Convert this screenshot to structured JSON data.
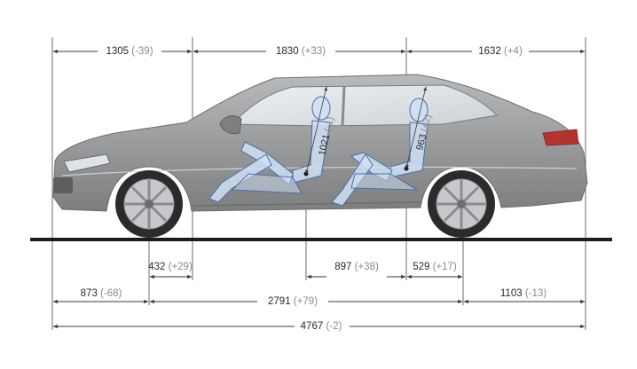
{
  "dimensions": {
    "top_front": {
      "value": "1305",
      "delta": "(-39)"
    },
    "top_middle": {
      "value": "1830",
      "delta": "(+33)"
    },
    "top_rear": {
      "value": "1632",
      "delta": "(+4)"
    },
    "front_seat_height": {
      "value": "1021",
      "delta": "(-1)"
    },
    "rear_seat_height": {
      "value": "963",
      "delta": "(+2)"
    },
    "front_hip": {
      "value": "432",
      "delta": "(+29)"
    },
    "seat_gap": {
      "value": "897",
      "delta": "(+38)"
    },
    "rear_hip": {
      "value": "529",
      "delta": "(+17)"
    },
    "front_overhang": {
      "value": "873",
      "delta": "(-68)"
    },
    "wheelbase": {
      "value": "2791",
      "delta": "(+79)"
    },
    "rear_overhang": {
      "value": "1103",
      "delta": "(-13)"
    },
    "overall_length": {
      "value": "4767",
      "delta": "(-2)"
    }
  },
  "colors": {
    "car_body": "#9b9c9e",
    "glass": "#dfe3e6",
    "occupant": "#cfe0f4",
    "occupant_outline": "#4a6fa8",
    "lines": "#3a3a3a",
    "ground": "#1c1c1c"
  }
}
